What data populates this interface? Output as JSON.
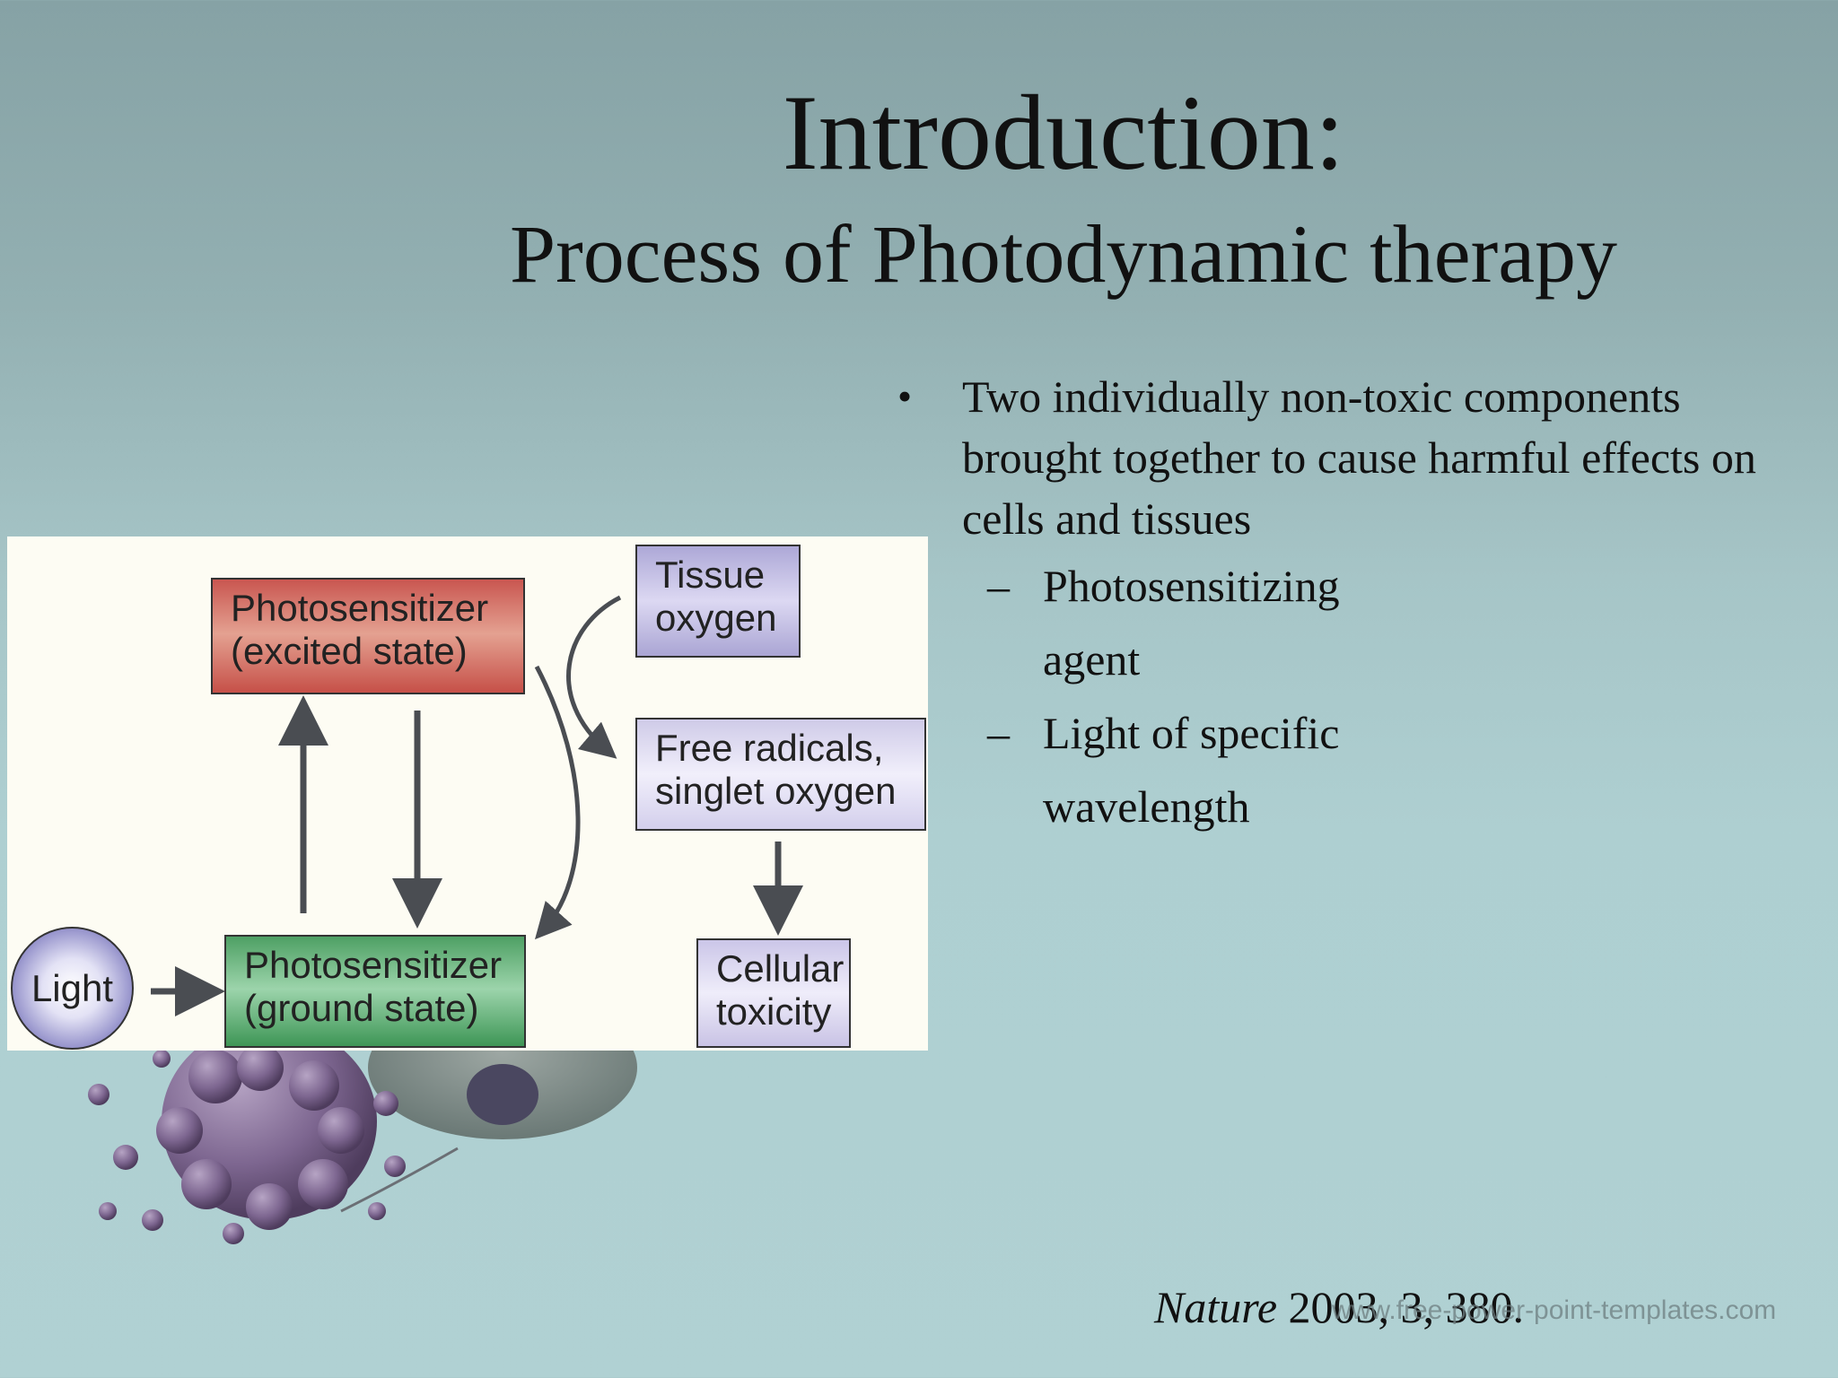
{
  "slide": {
    "title": "Introduction:",
    "subtitle": "Process of Photodynamic therapy",
    "bullet": {
      "symbol": "•",
      "text": "Two individually non-toxic components brought together to cause harmful effects on cells and tissues",
      "subitems": [
        {
          "dash": "–",
          "text": "Photosensitizing agent"
        },
        {
          "dash": "–",
          "text": "Light of specific wavelength"
        }
      ]
    },
    "citation": {
      "journal": "Nature",
      "year": "2003",
      "rest": ", 3, 380."
    },
    "watermark": "www.free-power-point-templates.com"
  },
  "diagram": {
    "photosensitizer_excited": [
      "Photosensitizer",
      "(excited state)"
    ],
    "photosensitizer_ground": [
      "Photosensitizer",
      "(ground state)"
    ],
    "tissue_oxygen": [
      "Tissue",
      "oxygen"
    ],
    "free_radicals": [
      "Free radicals,",
      "singlet oxygen"
    ],
    "cellular_toxicity": [
      "Cellular",
      "toxicity"
    ],
    "light": "Light"
  },
  "colors": {
    "excited_box": "#d9776d",
    "ground_box": "#6fbb84",
    "tissue_box": "#c3bfe6",
    "free_radicals_box": "#e6e3f6",
    "toxicity_box": "#e0ddf4",
    "arrow": "#4a4d52"
  }
}
